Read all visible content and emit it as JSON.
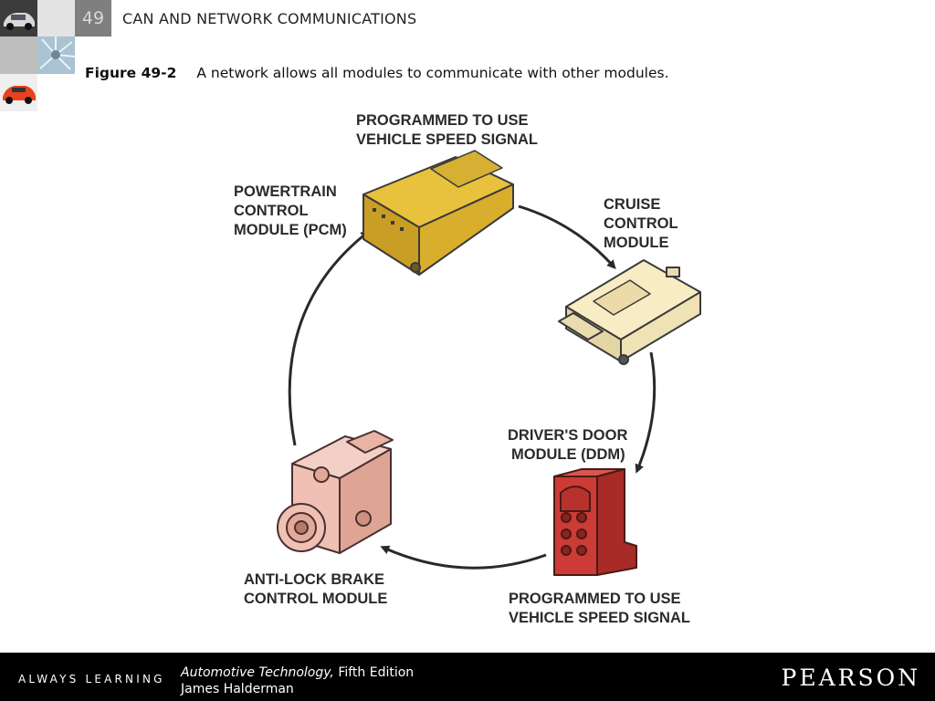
{
  "header": {
    "chapter_number": "49",
    "chapter_title": "CAN AND NETWORK COMMUNICATIONS"
  },
  "caption": {
    "figure_label": "Figure 49-2",
    "text": "A network allows all modules to communicate with other modules."
  },
  "diagram": {
    "top_label": [
      "PROGRAMMED TO USE",
      "VEHICLE SPEED SIGNAL"
    ],
    "pcm_label": [
      "POWERTRAIN",
      "CONTROL",
      "MODULE (PCM)"
    ],
    "cruise_label": [
      "CRUISE",
      "CONTROL",
      "MODULE"
    ],
    "ddm_label": [
      "DRIVER'S DOOR",
      "MODULE (DDM)"
    ],
    "bottom_label": [
      "PROGRAMMED TO  USE",
      "VEHICLE SPEED SIGNAL"
    ],
    "abs_label": [
      "ANTI-LOCK BRAKE",
      "CONTROL MODULE"
    ],
    "colors": {
      "pcm": "#e8c23c",
      "cruise": "#f7ecc4",
      "ddm": "#cc3b35",
      "abs": "#f0c0b4",
      "arrow": "#2a2a2a"
    }
  },
  "footer": {
    "tagline": "ALWAYS LEARNING",
    "book_title": "Automotive Technology,",
    "edition": " Fifth Edition",
    "author": "James Halderman",
    "publisher": "PEARSON"
  }
}
